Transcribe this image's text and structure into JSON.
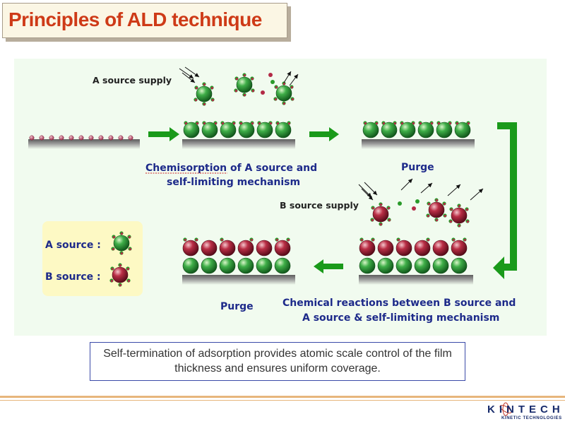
{
  "title": "Principles of ALD technique",
  "labels": {
    "a_source_supply": "A source supply",
    "b_source_supply": "B source supply",
    "chemisorption_1": "Chemisorption of A source and",
    "chemisorption_2": "self-limiting mechanism",
    "purge_top": "Purge",
    "purge_bottom": "Purge",
    "reaction_1": "Chemical reactions between B source and",
    "reaction_2": "A source & self-limiting mechanism"
  },
  "legend": {
    "a_label": "A source :",
    "b_label": "B source :"
  },
  "caption": "Self-termination of adsorption provides atomic scale control of the film thickness and ensures uniform coverage.",
  "logo": {
    "name": "KINTECH",
    "tagline": "KINETIC TECHNOLOGIES"
  },
  "colors": {
    "title": "#ce3a17",
    "diagram_bg": "#f1fbef",
    "a_sphere": "#2f9b3a",
    "b_sphere": "#b42a3e",
    "arrow": "#1a9a1a",
    "text": "#1d2a8a",
    "legend_bg": "#fdf9c4"
  }
}
